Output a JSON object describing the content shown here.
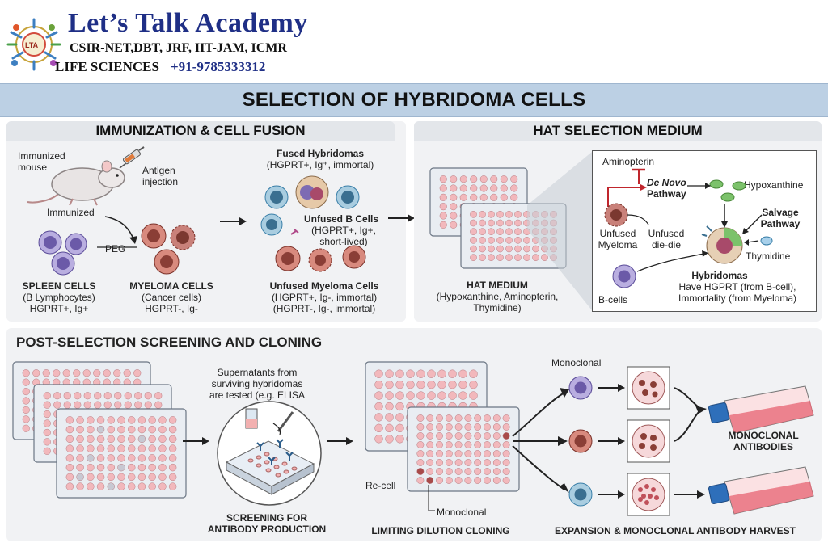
{
  "brand": {
    "name": "Let’s Talk Academy",
    "exams": "CSIR-NET,DBT, JRF, IIT-JAM, ICMR",
    "subject": "LIFE SCIENCES",
    "phone": "+91-9785333312",
    "logo_text": "LTA"
  },
  "title": "SELECTION OF HYBRIDOMA CELLS",
  "fusion": {
    "heading": "IMMUNIZATION & CELL FUSION",
    "mouse_label": "Immunized\nmouse",
    "antigen_label": "Antigen\ninjection",
    "immunized_label": "Immunized",
    "peg_label": "PEG",
    "spleen_title": "SPLEEN CELLS",
    "spleen_sub": "(B Lymphocytes)\nHGPRT+, Ig+",
    "myeloma_title": "MYELOMA CELLS",
    "myeloma_sub": "(Cancer cells)\nHGPRT-, Ig-",
    "fused_title": "Fused Hybridomas",
    "fused_sub": "(HGPRT+, Ig⁺, immortal)",
    "unfused_b_title": "Unfused B Cells",
    "unfused_b_sub": "(HGPRT+, Ig+,\nshort-lived)",
    "unfused_my_title": "Unfused Myeloma Cells",
    "unfused_my_sub": "(HGPRT+, Ig-, immortal)\n(HGPRT-, Ig-, immortal)"
  },
  "hat": {
    "heading": "HAT SELECTION MEDIUM",
    "medium_title": "HAT MEDIUM",
    "medium_sub": "(Hypoxanthine, Aminopterin,\nThymidine)",
    "aminopterin": "Aminopterin",
    "de_novo": "De Novo",
    "pathway": "Pathway",
    "hypoxanthine": "Hypoxanthine",
    "salvage": "Salvage\nPathway",
    "unfused_myeloma": "Unfused\nMyeloma",
    "unfused_die": "Unfused\ndie-die",
    "thymidine": "Thymidine",
    "b_cells": "B-cells",
    "hybridomas_title": "Hybridomas",
    "hybridomas_sub": "Have HGPRT (from B-cell),\nImmortality (from Myeloma)"
  },
  "post": {
    "heading": "POST-SELECTION SCREENING AND CLONING",
    "supernatant": "Supernatants from\nsurviving hybridomas\nare tested (e.g. ELISA",
    "screening_label": "SCREENING FOR\nANTIBODY PRODUCTION",
    "recell": "Re-cell",
    "monoclonal_pointer": "Monoclonal",
    "limiting_label": "LIMITING DILUTION CLONING",
    "monoclonal_top": "Monoclonal",
    "antibodies_label": "MONOCLONAL\nANTIBODIES",
    "harvest_label": "EXPANSION & MONOCLONAL ANTIBODY HARVEST"
  },
  "colors": {
    "navy": "#1f2f86",
    "banner": "#bcd0e4",
    "well": "#f2b8bc",
    "b_cell": "#7d6bb3",
    "myeloma": "#8a3e36",
    "green": "#7cc26b",
    "red_block": "#c0262d"
  }
}
